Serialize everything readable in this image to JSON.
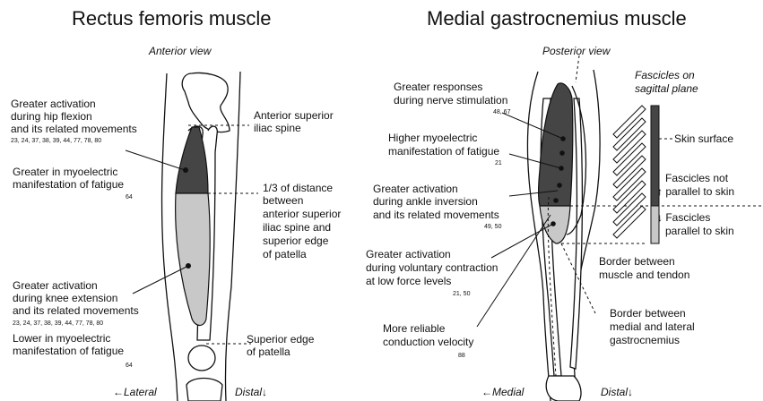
{
  "left_panel": {
    "title": "Rectus femoris muscle",
    "view": "Anterior view",
    "labels": {
      "hip_flexion": [
        "Greater activation",
        "during hip flexion",
        "and its related movements"
      ],
      "hip_flexion_refs": "23, 24, 37, 38, 39, 44, 77, 78, 80",
      "fatigue_greater": [
        "Greater in myoelectric",
        "manifestation of fatigue"
      ],
      "fatigue_greater_ref": "64",
      "knee_extension": [
        "Greater activation",
        "during knee extension",
        "and its related movements"
      ],
      "knee_extension_refs": "23, 24, 37, 38, 39, 44, 77, 78, 80",
      "fatigue_lower": [
        "Lower in myoelectric",
        "manifestation of fatigue"
      ],
      "fatigue_lower_ref": "64",
      "asis": [
        "Anterior superior",
        "iliac spine"
      ],
      "third_distance": [
        "1/3 of distance",
        "between",
        "anterior superior",
        "iliac spine and",
        "superior edge",
        "of patella"
      ],
      "patella_edge": [
        "Superior edge",
        "of patella"
      ]
    },
    "direction_lateral": "←Lateral",
    "direction_distal": "Distal↓"
  },
  "right_panel": {
    "title": "Medial gastrocnemius muscle",
    "view": "Posterior view",
    "labels": {
      "nerve": [
        "Greater responses",
        "during nerve stimulation"
      ],
      "nerve_refs": "48, 67",
      "fatigue_higher": [
        "Higher myoelectric",
        "manifestation of fatigue"
      ],
      "fatigue_higher_ref": "21",
      "ankle_inversion": [
        "Greater activation",
        "during ankle inversion",
        "and its related movements"
      ],
      "ankle_inversion_refs": "49, 50",
      "voluntary": [
        "Greater activation",
        "during voluntary  contraction",
        "at low force levels"
      ],
      "voluntary_refs": "21, 50",
      "conduction": [
        "More reliable",
        "conduction velocity"
      ],
      "conduction_ref": "88",
      "fascicles_title": [
        "Fascicles on",
        "sagittal plane"
      ],
      "skin_surface": "Skin surface",
      "not_parallel": [
        "Fascicles not",
        "↑ parallel to skin"
      ],
      "parallel": [
        "↓ Fascicles",
        "parallel to skin"
      ],
      "border_tendon": [
        "Border between",
        "muscle and tendon"
      ],
      "border_heads": [
        "Border between",
        "medial and lateral",
        "gastrocnemius"
      ]
    },
    "direction_medial": "←Medial",
    "direction_distal": "Distal↓"
  },
  "colors": {
    "dark_region": "#454545",
    "light_region": "#c8c8c8",
    "line": "#111111"
  }
}
